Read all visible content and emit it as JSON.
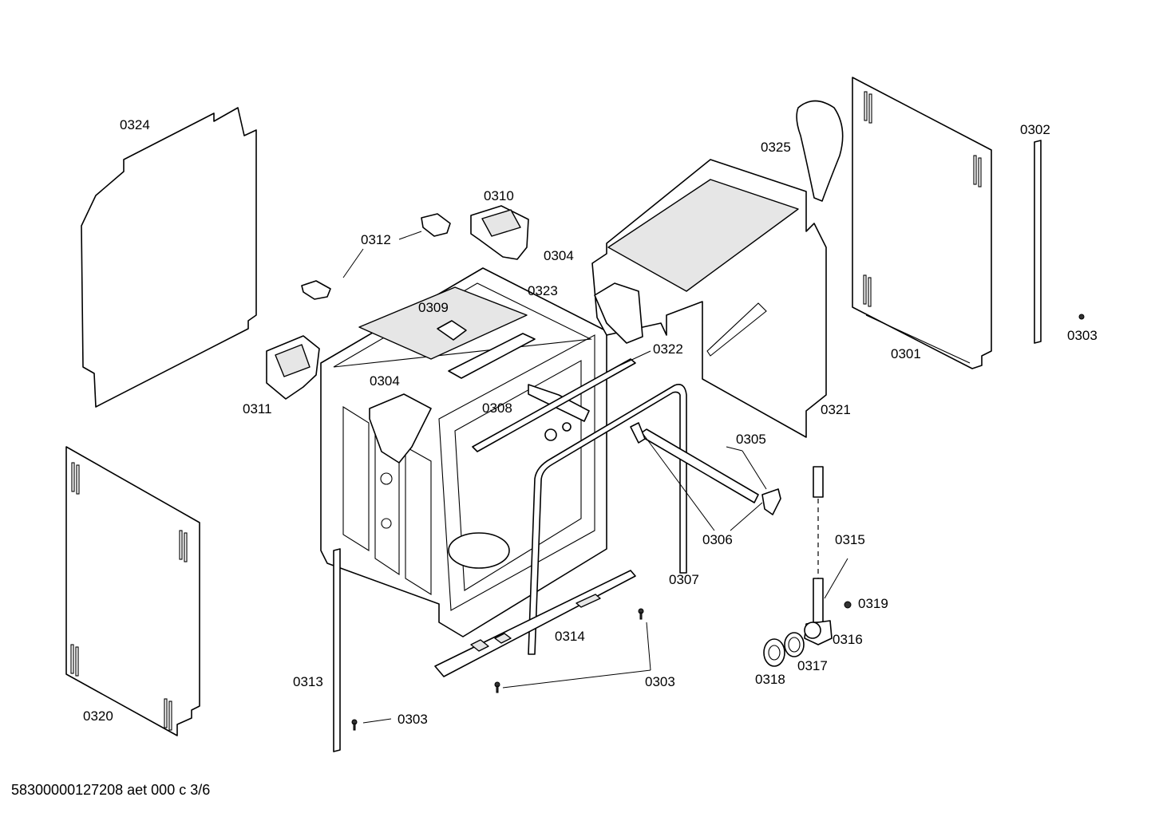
{
  "footer": {
    "code": "58300000127208 aet 000 c 3/6"
  },
  "callouts": {
    "c0324": "0324",
    "c0312": "0312",
    "c0310": "0310",
    "c0304a": "0304",
    "c0323": "0323",
    "c0309": "0309",
    "c0325": "0325",
    "c0302": "0302",
    "c0303a": "0303",
    "c0301": "0301",
    "c0322": "0322",
    "c0311": "0311",
    "c0304b": "0304",
    "c0308": "0308",
    "c0321": "0321",
    "c0305": "0305",
    "c0306": "0306",
    "c0315": "0315",
    "c0307": "0307",
    "c0319": "0319",
    "c0314": "0314",
    "c0316": "0316",
    "c0317": "0317",
    "c0318": "0318",
    "c0303b": "0303",
    "c0313": "0313",
    "c0320": "0320",
    "c0303c": "0303"
  }
}
